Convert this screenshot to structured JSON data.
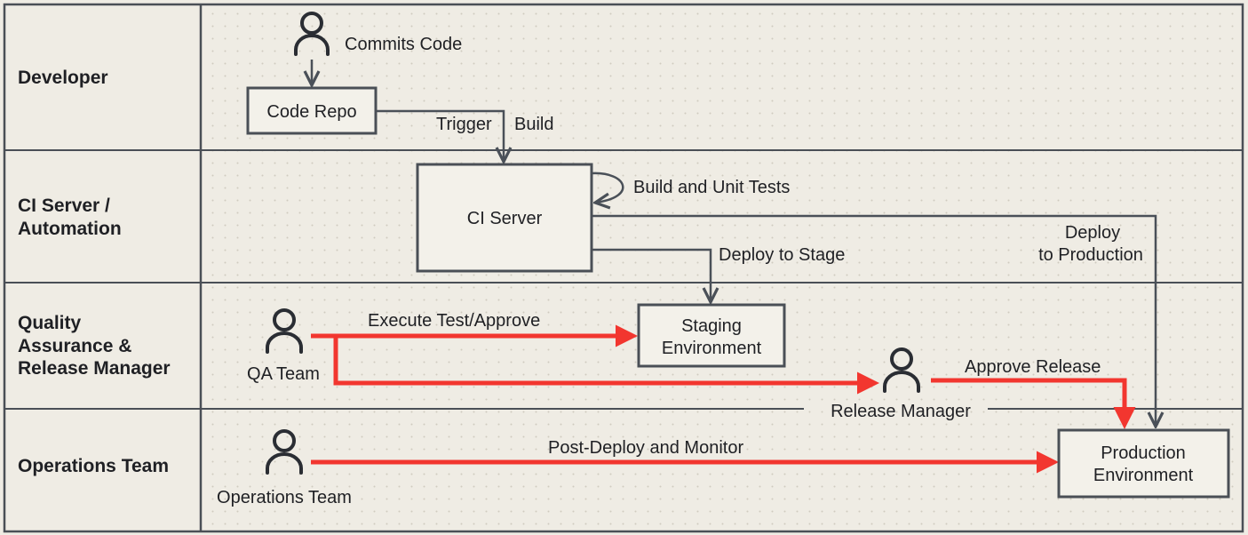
{
  "lanes": [
    {
      "label_lines": [
        "Developer"
      ]
    },
    {
      "label_lines": [
        "CI Server /",
        "Automation"
      ]
    },
    {
      "label_lines": [
        "Quality",
        "Assurance &",
        "Release Manager"
      ]
    },
    {
      "label_lines": [
        "Operations Team"
      ]
    }
  ],
  "nodes": {
    "code_repo": "Code Repo",
    "ci_server": "CI Server",
    "staging": [
      "Staging",
      "Environment"
    ],
    "production": [
      "Production",
      "Environment"
    ]
  },
  "actors": {
    "developer_action": "Commits Code",
    "qa_team": "QA Team",
    "release_manager": "Release Manager",
    "operations_team": "Operations Team"
  },
  "edges": {
    "trigger_build": [
      "Trigger",
      "Build"
    ],
    "build_tests": "Build and Unit Tests",
    "deploy_stage": "Deploy to Stage",
    "deploy_production": [
      "Deploy",
      "to Production"
    ],
    "execute_test": "Execute Test/Approve",
    "approve_release": "Approve Release",
    "post_deploy": "Post-Deploy and Monitor"
  },
  "colors": {
    "background": "#efece4",
    "grid_line": "#4a4f56",
    "box_border": "#4a4f56",
    "flow_gray": "#4a5058",
    "flow_red": "#f2362f",
    "text": "#1f2024"
  }
}
